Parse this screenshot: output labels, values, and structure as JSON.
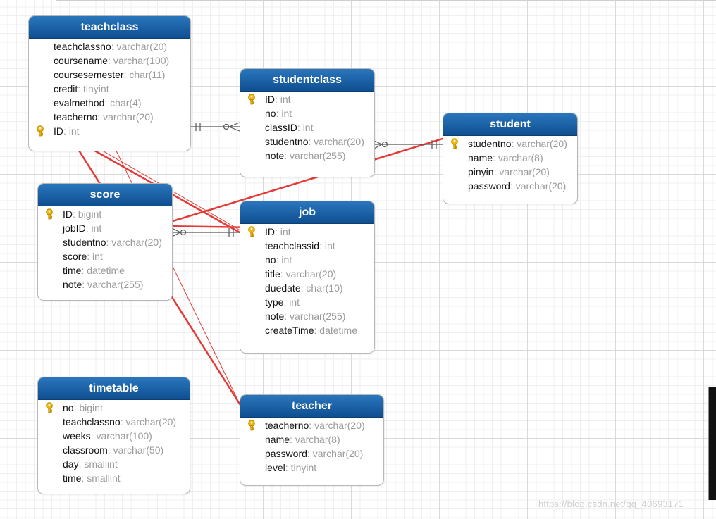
{
  "tables": {
    "teachclass": {
      "title": "teachclass",
      "fields": [
        {
          "name": "teachclassno",
          "type": "varchar(20)",
          "key": false
        },
        {
          "name": "coursename",
          "type": "varchar(100)",
          "key": false
        },
        {
          "name": "coursesemester",
          "type": "char(11)",
          "key": false
        },
        {
          "name": "credit",
          "type": "tinyint",
          "key": false
        },
        {
          "name": "evalmethod",
          "type": "char(4)",
          "key": false
        },
        {
          "name": "teacherno",
          "type": "varchar(20)",
          "key": false
        },
        {
          "name": "ID",
          "type": "int",
          "key": true
        }
      ]
    },
    "studentclass": {
      "title": "studentclass",
      "fields": [
        {
          "name": "ID",
          "type": "int",
          "key": true
        },
        {
          "name": "no",
          "type": "int",
          "key": false
        },
        {
          "name": "classID",
          "type": "int",
          "key": false
        },
        {
          "name": "studentno",
          "type": "varchar(20)",
          "key": false
        },
        {
          "name": "note",
          "type": "varchar(255)",
          "key": false
        }
      ]
    },
    "student": {
      "title": "student",
      "fields": [
        {
          "name": "studentno",
          "type": "varchar(20)",
          "key": true
        },
        {
          "name": "name",
          "type": "varchar(8)",
          "key": false
        },
        {
          "name": "pinyin",
          "type": "varchar(20)",
          "key": false
        },
        {
          "name": "password",
          "type": "varchar(20)",
          "key": false
        }
      ]
    },
    "score": {
      "title": "score",
      "fields": [
        {
          "name": "ID",
          "type": "bigint",
          "key": true
        },
        {
          "name": "jobID",
          "type": "int",
          "key": false
        },
        {
          "name": "studentno",
          "type": "varchar(20)",
          "key": false
        },
        {
          "name": "score",
          "type": "int",
          "key": false
        },
        {
          "name": "time",
          "type": "datetime",
          "key": false
        },
        {
          "name": "note",
          "type": "varchar(255)",
          "key": false
        }
      ]
    },
    "job": {
      "title": "job",
      "fields": [
        {
          "name": "ID",
          "type": "int",
          "key": true
        },
        {
          "name": "teachclassid",
          "type": "int",
          "key": false
        },
        {
          "name": "no",
          "type": "int",
          "key": false
        },
        {
          "name": "title",
          "type": "varchar(20)",
          "key": false
        },
        {
          "name": "duedate",
          "type": "char(10)",
          "key": false
        },
        {
          "name": "type",
          "type": "int",
          "key": false
        },
        {
          "name": "note",
          "type": "varchar(255)",
          "key": false
        },
        {
          "name": "createTime",
          "type": "datetime",
          "key": false
        }
      ]
    },
    "timetable": {
      "title": "timetable",
      "fields": [
        {
          "name": "no",
          "type": "bigint",
          "key": true
        },
        {
          "name": "teachclassno",
          "type": "varchar(20)",
          "key": false
        },
        {
          "name": "weeks",
          "type": "varchar(100)",
          "key": false
        },
        {
          "name": "classroom",
          "type": "varchar(50)",
          "key": false
        },
        {
          "name": "day",
          "type": "smallint",
          "key": false
        },
        {
          "name": "time",
          "type": "smallint",
          "key": false
        }
      ]
    },
    "teacher": {
      "title": "teacher",
      "fields": [
        {
          "name": "teacherno",
          "type": "varchar(20)",
          "key": true
        },
        {
          "name": "name",
          "type": "varchar(8)",
          "key": false
        },
        {
          "name": "password",
          "type": "varchar(20)",
          "key": false
        },
        {
          "name": "level",
          "type": "tinyint",
          "key": false
        }
      ]
    }
  },
  "colors": {
    "header": "#1a5fa6",
    "arrow": "#e53935",
    "connector": "#555555",
    "key": "#f2b705"
  },
  "watermark": "https://blog.csdn.net/qq_40693171"
}
